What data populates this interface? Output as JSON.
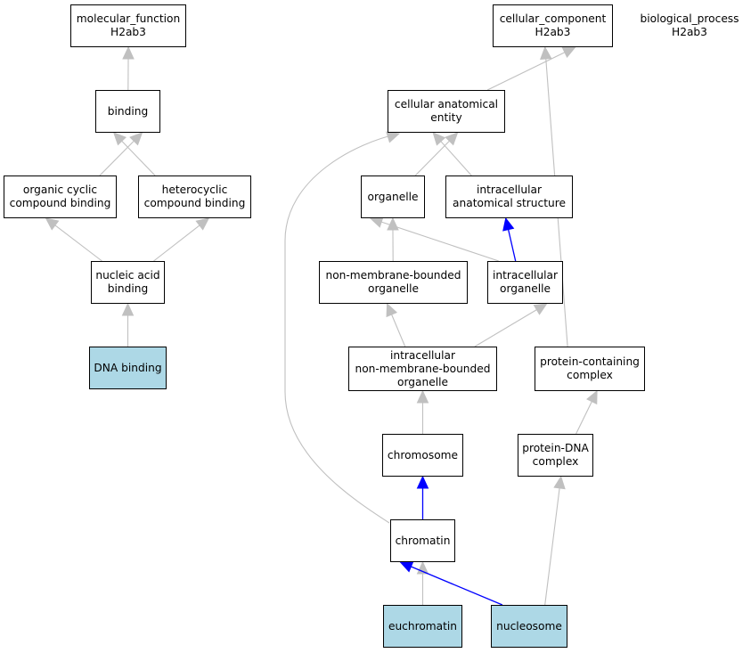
{
  "nodes": {
    "molecular_function": {
      "lines": [
        "molecular_function",
        "H2ab3"
      ],
      "highlighted": false
    },
    "cellular_component": {
      "lines": [
        "cellular_component",
        "H2ab3"
      ],
      "highlighted": false
    },
    "biological_process": {
      "lines": [
        "biological_process",
        "H2ab3"
      ],
      "highlighted": false
    },
    "binding": {
      "lines": [
        "binding"
      ],
      "highlighted": false
    },
    "organic_cyclic": {
      "lines": [
        "organic cyclic",
        "compound binding"
      ],
      "highlighted": false
    },
    "heterocyclic": {
      "lines": [
        "heterocyclic",
        "compound binding"
      ],
      "highlighted": false
    },
    "nucleic_acid": {
      "lines": [
        "nucleic acid",
        "binding"
      ],
      "highlighted": false
    },
    "dna_binding": {
      "lines": [
        "DNA binding"
      ],
      "highlighted": true
    },
    "cellular_anatomical": {
      "lines": [
        "cellular anatomical",
        "entity"
      ],
      "highlighted": false
    },
    "organelle": {
      "lines": [
        "organelle"
      ],
      "highlighted": false
    },
    "intracellular_anatomical": {
      "lines": [
        "intracellular",
        "anatomical structure"
      ],
      "highlighted": false
    },
    "non_membrane": {
      "lines": [
        "non-membrane-bounded",
        "organelle"
      ],
      "highlighted": false
    },
    "intracellular_organelle": {
      "lines": [
        "intracellular",
        "organelle"
      ],
      "highlighted": false
    },
    "intracellular_non_membrane": {
      "lines": [
        "intracellular",
        "non-membrane-bounded",
        "organelle"
      ],
      "highlighted": false
    },
    "protein_containing": {
      "lines": [
        "protein-containing",
        "complex"
      ],
      "highlighted": false
    },
    "chromosome": {
      "lines": [
        "chromosome"
      ],
      "highlighted": false
    },
    "protein_dna": {
      "lines": [
        "protein-DNA",
        "complex"
      ],
      "highlighted": false
    },
    "chromatin": {
      "lines": [
        "chromatin"
      ],
      "highlighted": false
    },
    "euchromatin": {
      "lines": [
        "euchromatin"
      ],
      "highlighted": true
    },
    "nucleosome": {
      "lines": [
        "nucleosome"
      ],
      "highlighted": true
    }
  },
  "edges": [
    {
      "from": "binding",
      "to": "molecular_function",
      "color": "#c0c0c0"
    },
    {
      "from": "organic_cyclic",
      "to": "binding",
      "color": "#c0c0c0"
    },
    {
      "from": "heterocyclic",
      "to": "binding",
      "color": "#c0c0c0"
    },
    {
      "from": "nucleic_acid",
      "to": "organic_cyclic",
      "color": "#c0c0c0"
    },
    {
      "from": "nucleic_acid",
      "to": "heterocyclic",
      "color": "#c0c0c0"
    },
    {
      "from": "dna_binding",
      "to": "nucleic_acid",
      "color": "#c0c0c0"
    },
    {
      "from": "cellular_anatomical",
      "to": "cellular_component",
      "color": "#c0c0c0"
    },
    {
      "from": "protein_containing",
      "to": "cellular_component",
      "color": "#c0c0c0"
    },
    {
      "from": "organelle",
      "to": "cellular_anatomical",
      "color": "#c0c0c0"
    },
    {
      "from": "intracellular_anatomical",
      "to": "cellular_anatomical",
      "color": "#c0c0c0"
    },
    {
      "from": "chromatin",
      "to": "cellular_anatomical",
      "color": "#c0c0c0"
    },
    {
      "from": "non_membrane",
      "to": "organelle",
      "color": "#c0c0c0"
    },
    {
      "from": "intracellular_organelle",
      "to": "organelle",
      "color": "#c0c0c0"
    },
    {
      "from": "intracellular_organelle",
      "to": "intracellular_anatomical",
      "color": "#0000ff"
    },
    {
      "from": "intracellular_non_membrane",
      "to": "non_membrane",
      "color": "#c0c0c0"
    },
    {
      "from": "intracellular_non_membrane",
      "to": "intracellular_organelle",
      "color": "#c0c0c0"
    },
    {
      "from": "chromosome",
      "to": "intracellular_non_membrane",
      "color": "#c0c0c0"
    },
    {
      "from": "protein_dna",
      "to": "protein_containing",
      "color": "#c0c0c0"
    },
    {
      "from": "chromatin",
      "to": "chromosome",
      "color": "#0000ff"
    },
    {
      "from": "euchromatin",
      "to": "chromatin",
      "color": "#c0c0c0"
    },
    {
      "from": "nucleosome",
      "to": "chromatin",
      "color": "#0000ff"
    },
    {
      "from": "nucleosome",
      "to": "protein_dna",
      "color": "#c0c0c0"
    }
  ]
}
